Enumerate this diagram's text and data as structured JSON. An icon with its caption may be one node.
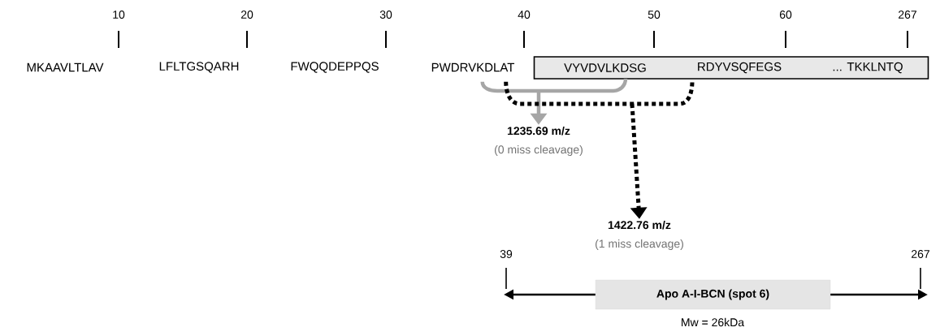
{
  "diagram": {
    "nodes": [
      {
        "text": [
          "VYVDVLKDSG",
          "RDYVSQFEGS",
          "... TKKLNTQ"
        ]
      },
      {
        "text": [
          "1235.69 m/z",
          "(0 miss cleavage)"
        ]
      },
      {
        "text": [
          "1422.76 m/z",
          "(1 miss cleavage)"
        ]
      },
      {
        "text": [
          "Apo A-I-BCN  (spot 6)"
        ],
        "beside": [
          "Mw = 26kDa"
        ]
      }
    ],
    "edges": [
      {
        "from": 0,
        "to": 1,
        "arrow": "to",
        "style": "thick",
        "color": "#a6a6a6"
      },
      {
        "from": 0,
        "to": 2,
        "arrow": "to",
        "style": "dashed"
      },
      {
        "from": 3,
        "to": null,
        "arrow": "to"
      },
      {
        "from": 3,
        "to": null,
        "arrow": "to"
      }
    ],
    "labels": [
      "10",
      "20",
      "30",
      "40",
      "50",
      "60",
      "267",
      "MKAAVLTLAV",
      "LFLTGSQARH",
      "FWQQDEPPQS",
      "PWDRVKDLAT",
      "39",
      "267"
    ]
  }
}
